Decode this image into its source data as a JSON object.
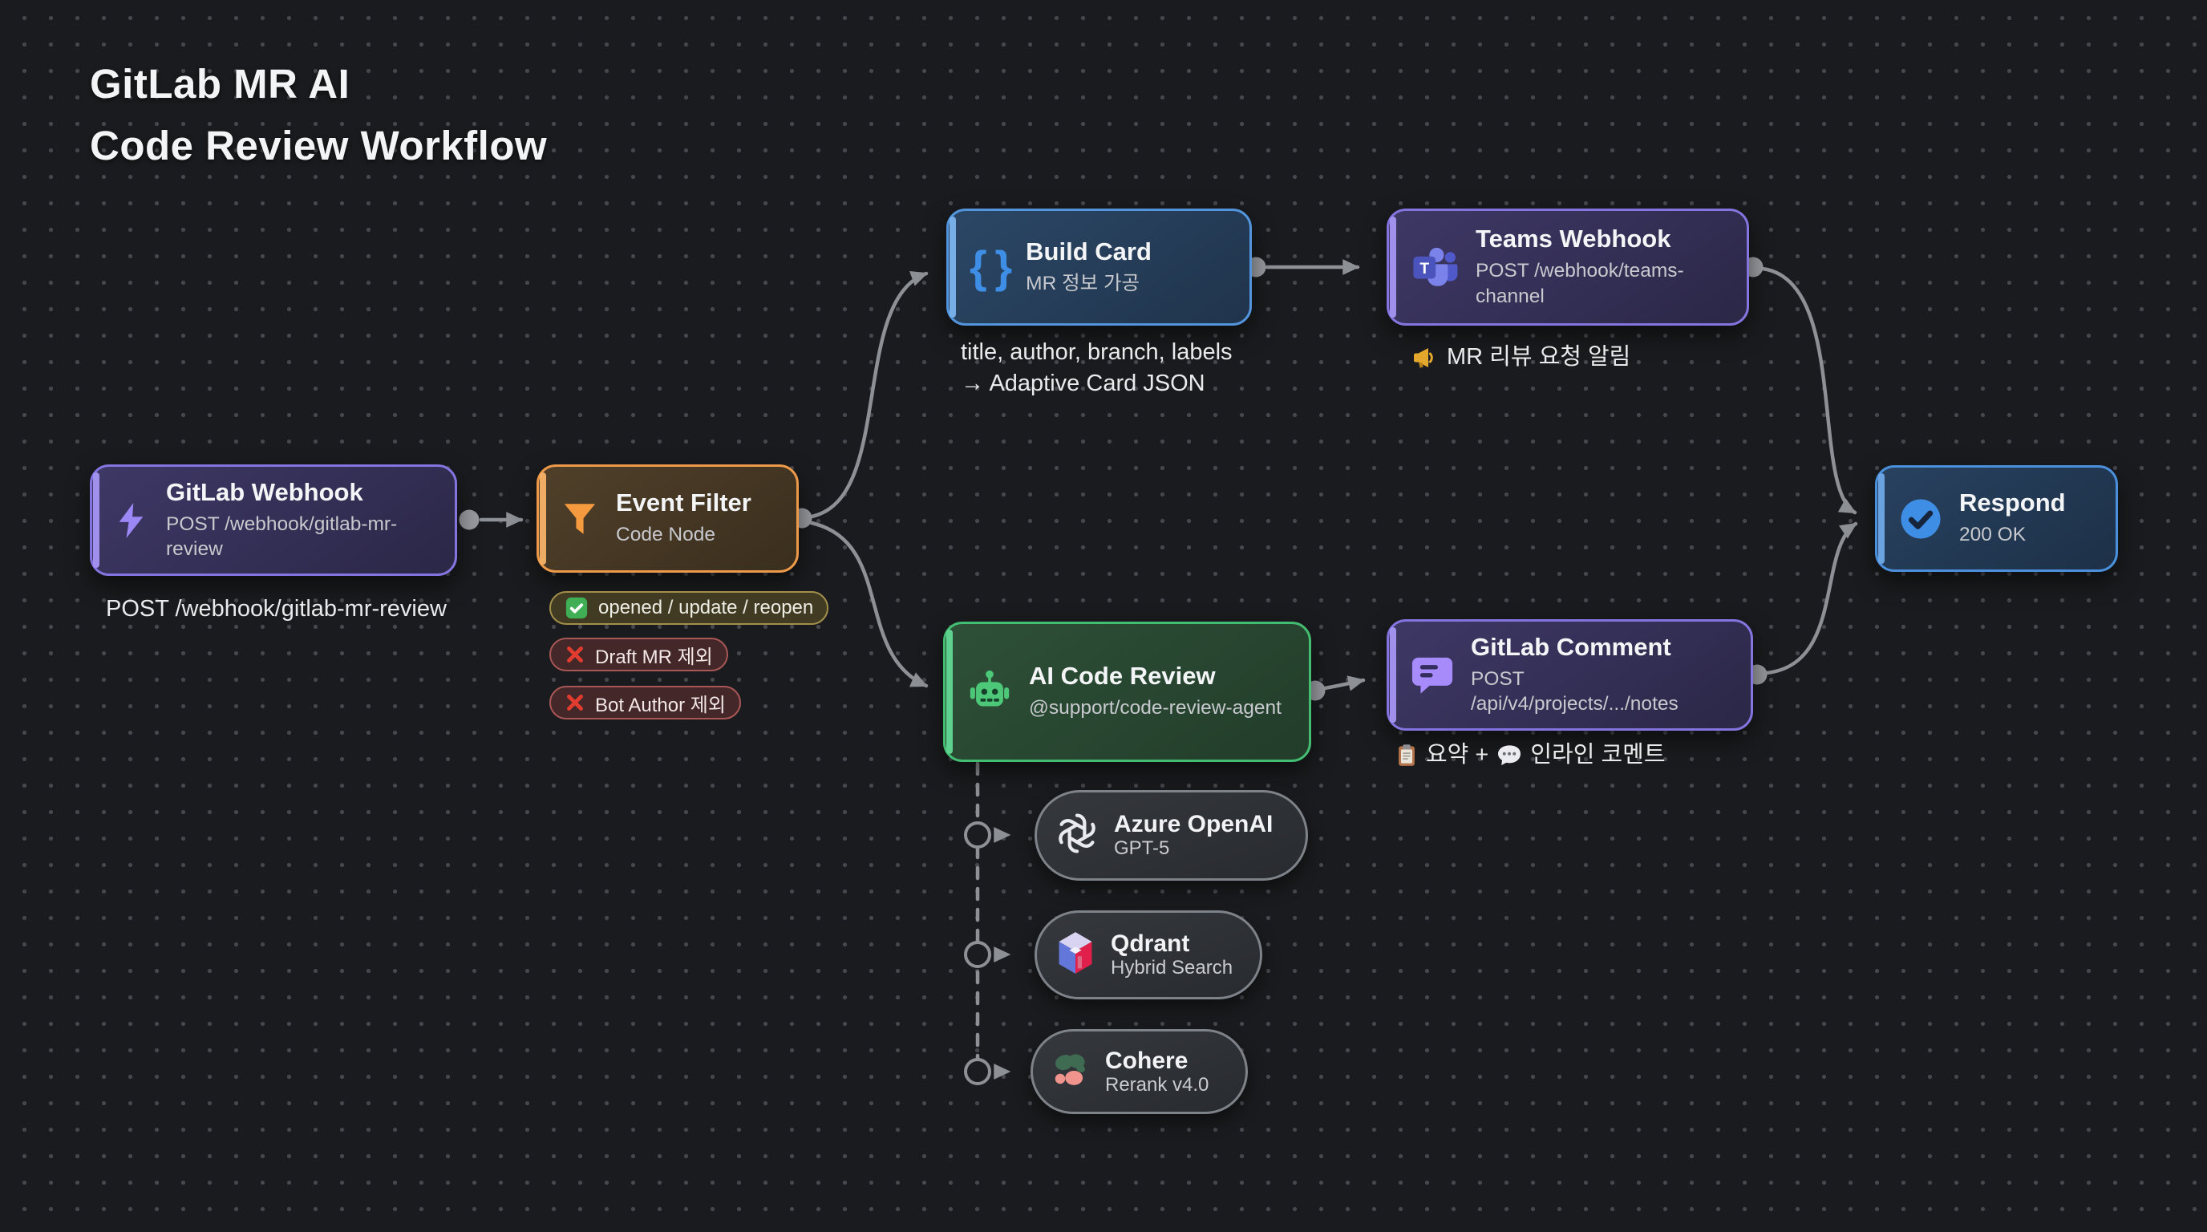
{
  "page_title": {
    "line1": "GitLab MR AI",
    "line2": "Code Review Workflow"
  },
  "nodes": {
    "gitlab_webhook": {
      "icon": "lightning-bolt-icon",
      "title": "GitLab Webhook",
      "subtitle": "POST /webhook/gitlab-mr-review",
      "caption": "POST /webhook/gitlab-mr-review"
    },
    "event_filter": {
      "icon": "funnel-icon",
      "title": "Event Filter",
      "subtitle": "Code Node",
      "badges": [
        {
          "icon": "check-badge-icon",
          "label": "opened / update / reopen"
        },
        {
          "icon": "cross-icon",
          "label": "Draft MR 제외"
        },
        {
          "icon": "cross-icon",
          "label": "Bot Author 제외"
        }
      ]
    },
    "build_card": {
      "icon": "curly-braces-icon",
      "glyph": "{ }",
      "title": "Build Card",
      "subtitle": "MR 정보 가공",
      "caption": [
        "title, author, branch, labels",
        "→ Adaptive Card JSON"
      ]
    },
    "teams_webhook": {
      "icon": "ms-teams-icon",
      "caption_icon": "megaphone-icon",
      "title": "Teams Webhook",
      "subtitle": "POST /webhook/teams-channel",
      "caption": "MR 리뷰 요청 알림"
    },
    "ai_code_review": {
      "icon": "robot-icon",
      "title": "AI Code Review",
      "subtitle": "@support/code-review-agent"
    },
    "gitlab_comment": {
      "icon": "speech-bubble-icon",
      "caption_icons": [
        "clipboard-icon",
        "speech-balloon-icon"
      ],
      "title": "GitLab Comment",
      "subtitle": "POST /api/v4/projects/.../notes",
      "caption_prefix": "요약 +",
      "caption_suffix": "인라인 코멘트"
    },
    "respond": {
      "icon": "check-circle-icon",
      "title": "Respond",
      "subtitle": "200 OK"
    },
    "azure_openai": {
      "icon": "openai-logo-icon",
      "title": "Azure OpenAI",
      "subtitle": "GPT-5"
    },
    "qdrant": {
      "icon": "qdrant-logo-icon",
      "title": "Qdrant",
      "subtitle": "Hybrid Search"
    },
    "cohere": {
      "icon": "cohere-logo-icon",
      "title": "Cohere",
      "subtitle": "Rerank v4.0"
    }
  },
  "colors": {
    "background": "#1a1b1e",
    "edge_gray": "#8d9095",
    "purple_accent": "#8474e0",
    "orange_accent": "#ec9a4a",
    "blue_accent": "#5395dc",
    "green_accent": "#43bd72",
    "badge_ok_border": "#a2904a",
    "badge_no_border": "#a85656"
  }
}
